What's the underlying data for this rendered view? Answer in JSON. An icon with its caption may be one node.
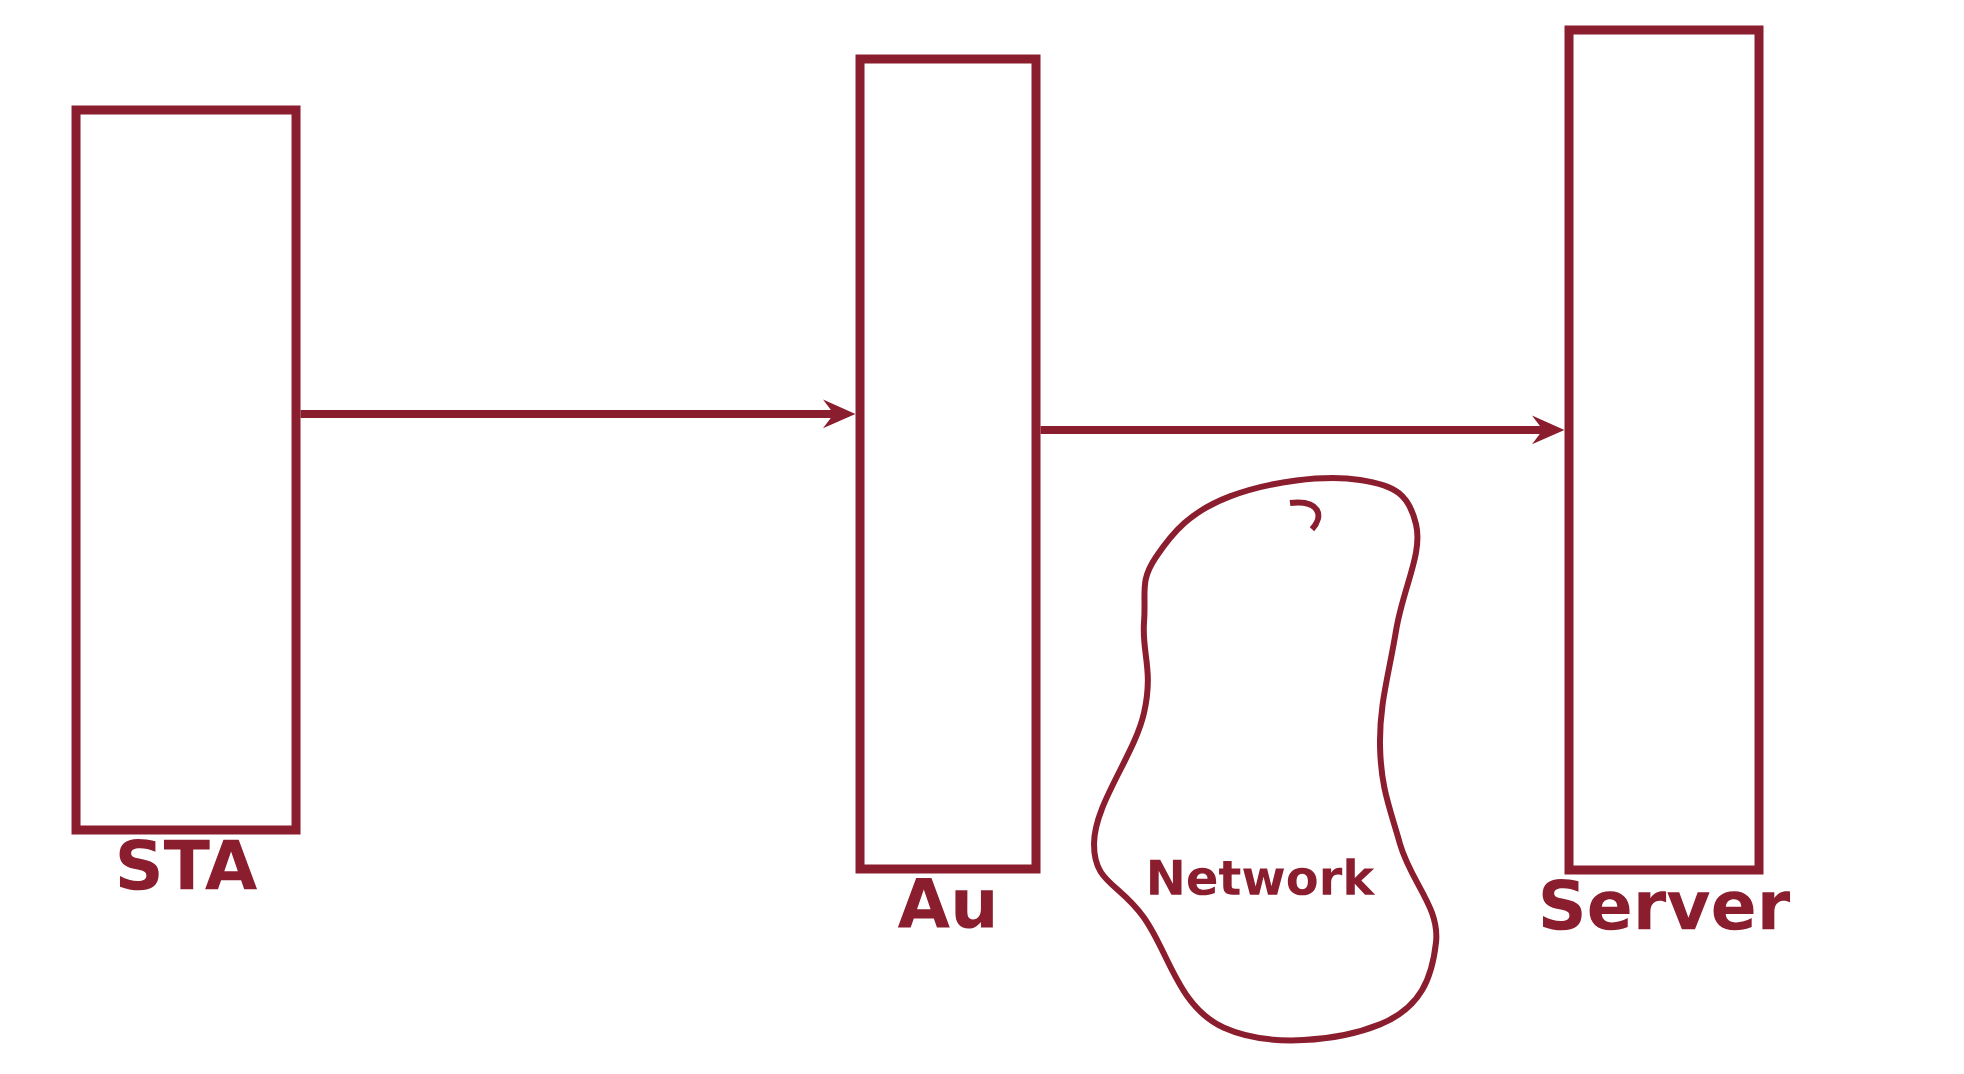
{
  "diagram": {
    "nodes": [
      {
        "text": [
          "STA"
        ]
      },
      {
        "text": [
          "Au"
        ]
      },
      {
        "text": [
          "Network"
        ]
      },
      {
        "text": [
          "Server"
        ]
      }
    ],
    "edges": [
      {
        "from": 0,
        "to": 1,
        "arrow": "to"
      },
      {
        "from": 1,
        "to": 3,
        "arrow": "to"
      }
    ]
  }
}
